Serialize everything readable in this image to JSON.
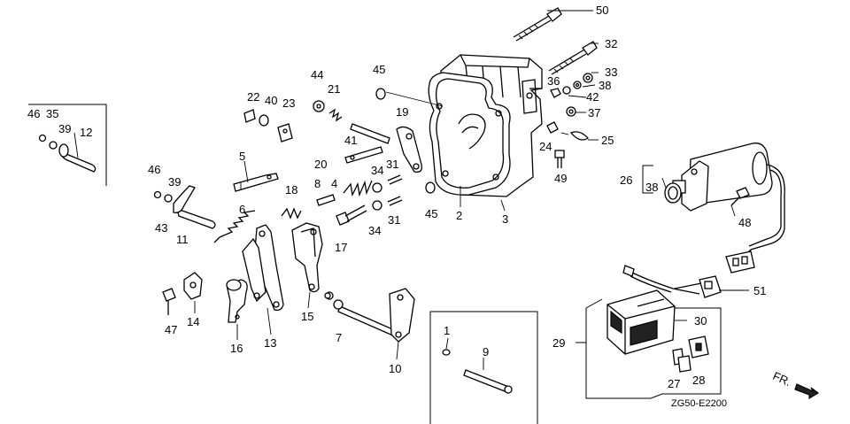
{
  "diagram": {
    "code": "ZG50-E2200",
    "direction_label": "FR.",
    "callouts": [
      {
        "id": "1",
        "label": "1"
      },
      {
        "id": "2",
        "label": "2"
      },
      {
        "id": "3",
        "label": "3"
      },
      {
        "id": "4",
        "label": "4"
      },
      {
        "id": "5",
        "label": "5"
      },
      {
        "id": "6",
        "label": "6"
      },
      {
        "id": "7",
        "label": "7"
      },
      {
        "id": "8",
        "label": "8"
      },
      {
        "id": "9",
        "label": "9"
      },
      {
        "id": "10",
        "label": "10"
      },
      {
        "id": "11",
        "label": "11"
      },
      {
        "id": "12",
        "label": "12"
      },
      {
        "id": "13",
        "label": "13"
      },
      {
        "id": "14",
        "label": "14"
      },
      {
        "id": "15",
        "label": "15"
      },
      {
        "id": "16",
        "label": "16"
      },
      {
        "id": "17",
        "label": "17"
      },
      {
        "id": "18",
        "label": "18"
      },
      {
        "id": "19",
        "label": "19"
      },
      {
        "id": "20",
        "label": "20"
      },
      {
        "id": "21",
        "label": "21"
      },
      {
        "id": "22",
        "label": "22"
      },
      {
        "id": "23",
        "label": "23"
      },
      {
        "id": "24",
        "label": "24"
      },
      {
        "id": "25",
        "label": "25"
      },
      {
        "id": "26",
        "label": "26"
      },
      {
        "id": "27",
        "label": "27"
      },
      {
        "id": "28",
        "label": "28"
      },
      {
        "id": "29",
        "label": "29"
      },
      {
        "id": "30",
        "label": "30"
      },
      {
        "id": "31a",
        "label": "31"
      },
      {
        "id": "31b",
        "label": "31"
      },
      {
        "id": "32",
        "label": "32"
      },
      {
        "id": "33",
        "label": "33"
      },
      {
        "id": "34a",
        "label": "34"
      },
      {
        "id": "34b",
        "label": "34"
      },
      {
        "id": "35",
        "label": "35"
      },
      {
        "id": "36",
        "label": "36"
      },
      {
        "id": "37",
        "label": "37"
      },
      {
        "id": "38a",
        "label": "38"
      },
      {
        "id": "38b",
        "label": "38"
      },
      {
        "id": "39a",
        "label": "39"
      },
      {
        "id": "39b",
        "label": "39"
      },
      {
        "id": "40",
        "label": "40"
      },
      {
        "id": "41",
        "label": "41"
      },
      {
        "id": "42",
        "label": "42"
      },
      {
        "id": "43",
        "label": "43"
      },
      {
        "id": "44",
        "label": "44"
      },
      {
        "id": "45a",
        "label": "45"
      },
      {
        "id": "45b",
        "label": "45"
      },
      {
        "id": "46a",
        "label": "46"
      },
      {
        "id": "46b",
        "label": "46"
      },
      {
        "id": "47",
        "label": "47"
      },
      {
        "id": "48",
        "label": "48"
      },
      {
        "id": "49",
        "label": "49"
      },
      {
        "id": "50",
        "label": "50"
      },
      {
        "id": "51",
        "label": "51"
      }
    ]
  }
}
